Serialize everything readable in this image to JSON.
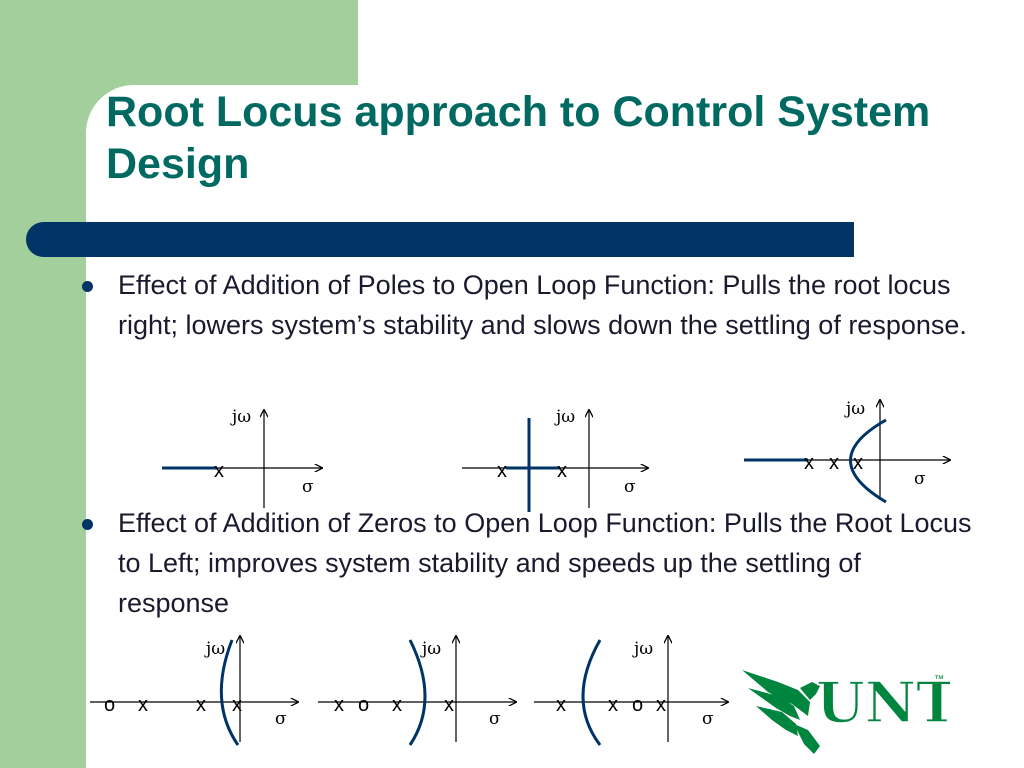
{
  "slide": {
    "title": "Root Locus approach to Control System Design",
    "bullets": [
      {
        "text": "Effect of Addition of Poles to Open Loop Function: Pulls the root locus right; lowers system’s stability and slows down the settling of response."
      },
      {
        "text": "Effect of Addition of Zeros to Open Loop Function: Pulls the Root Locus to Left; improves system stability and speeds up the settling of response"
      }
    ]
  },
  "diagram_labels": {
    "imag_axis": "jω",
    "real_axis": "σ",
    "pole_mark": "x",
    "zero_mark": "o"
  },
  "logo": {
    "text": "UNT",
    "trademark": "™",
    "color": "#00853e"
  },
  "colors": {
    "title": "#006a62",
    "accent_bar": "#003366",
    "side_panel": "#a3cf9d"
  }
}
